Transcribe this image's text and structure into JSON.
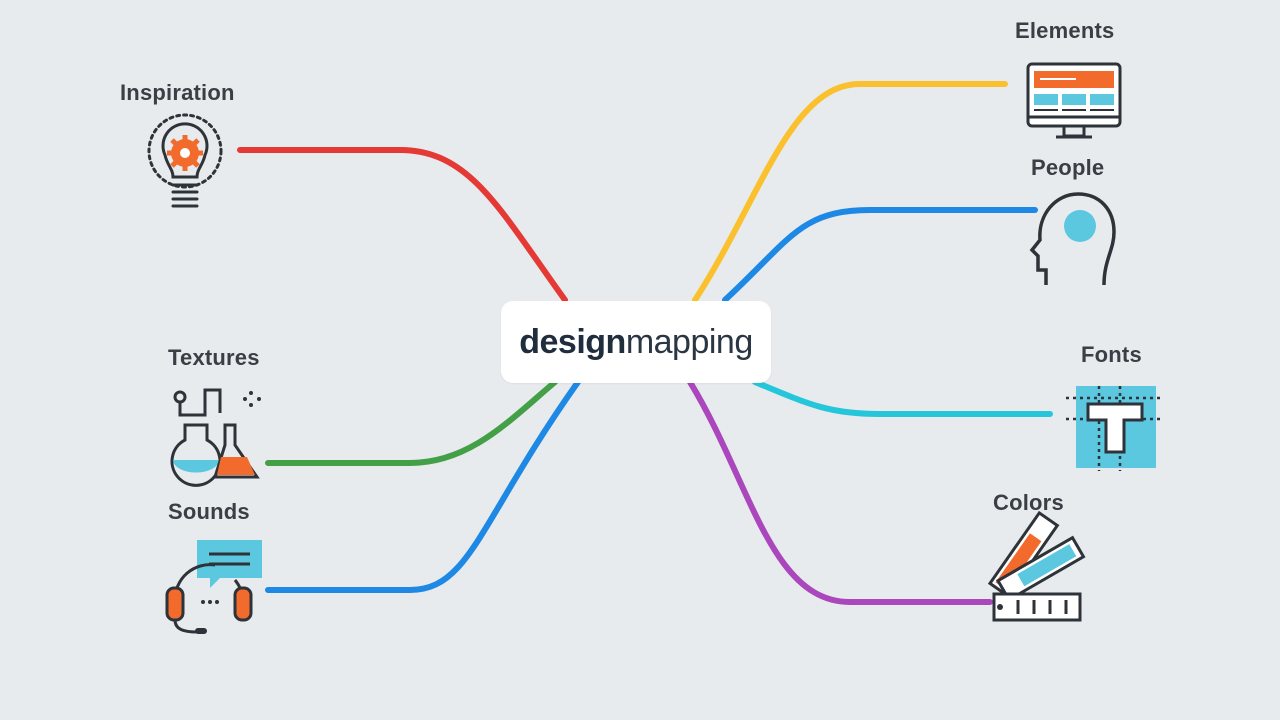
{
  "center": {
    "logo_bold": "design",
    "logo_light": "mapping"
  },
  "nodes": [
    {
      "id": "inspiration",
      "label": "Inspiration",
      "color": "#e53935",
      "icon": "lightbulb-gear-icon"
    },
    {
      "id": "textures",
      "label": "Textures",
      "color": "#43a047",
      "icon": "chemistry-flasks-icon"
    },
    {
      "id": "sounds",
      "label": "Sounds",
      "color": "#1e88e5",
      "icon": "headset-chat-icon"
    },
    {
      "id": "elements",
      "label": "Elements",
      "color": "#fbc02d",
      "icon": "monitor-layout-icon"
    },
    {
      "id": "people",
      "label": "People",
      "color": "#1e88e5",
      "icon": "head-profile-icon"
    },
    {
      "id": "fonts",
      "label": "Fonts",
      "color": "#26c6da",
      "icon": "font-t-icon"
    },
    {
      "id": "colors",
      "label": "Colors",
      "color": "#ab47bc",
      "icon": "color-swatches-icon"
    }
  ],
  "palette": {
    "background": "#e8ebee",
    "text": "#3a3f45",
    "orange": "#f26b2c",
    "cyan": "#5bc8e0",
    "outline": "#2d3338"
  }
}
